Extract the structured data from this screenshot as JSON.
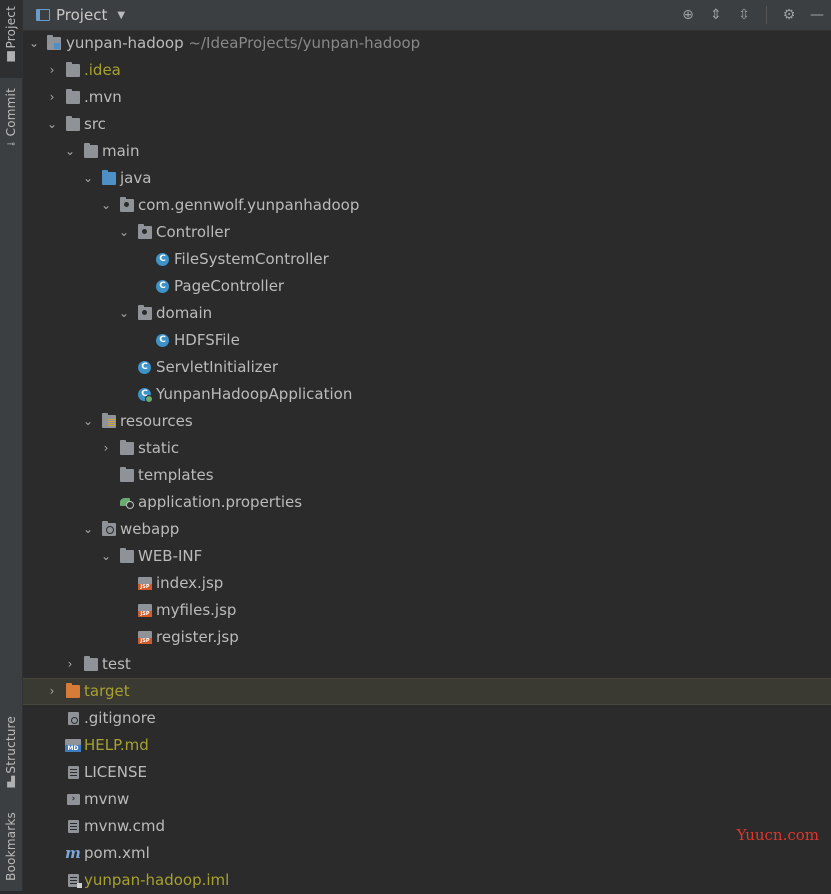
{
  "side_tabs": {
    "project": "Project",
    "commit": "Commit",
    "structure": "Structure",
    "bookmarks": "Bookmarks"
  },
  "header": {
    "title": "Project"
  },
  "tree": {
    "root": {
      "name": "yunpan-hadoop",
      "path": "~/IdeaProjects/yunpan-hadoop"
    },
    "idea": ".idea",
    "mvn": ".mvn",
    "src": "src",
    "main": "main",
    "java": "java",
    "pkg": "com.gennwolf.yunpanhadoop",
    "controller": "Controller",
    "filesystemcontroller": "FileSystemController",
    "pagecontroller": "PageController",
    "domain": "domain",
    "hdfsfile": "HDFSFile",
    "servletinitializer": "ServletInitializer",
    "app": "YunpanHadoopApplication",
    "resources": "resources",
    "static": "static",
    "templates": "templates",
    "appprops": "application.properties",
    "webapp": "webapp",
    "webinf": "WEB-INF",
    "index": "index.jsp",
    "myfiles": "myfiles.jsp",
    "register": "register.jsp",
    "test": "test",
    "target": "target",
    "gitignore": ".gitignore",
    "help": "HELP.md",
    "license": "LICENSE",
    "mvnw": "mvnw",
    "mvnwcmd": "mvnw.cmd",
    "pom": "pom.xml",
    "iml": "yunpan-hadoop.iml"
  },
  "watermark": "Yuucn.com",
  "colors": {
    "background": "#2b2b2b",
    "panel": "#3c3f41",
    "excluded_yellow": "#a7a130",
    "selected_row": "#3b3a32",
    "folder_blue": "#4e8fc5",
    "folder_orange": "#d87a38",
    "watermark_red": "#e2352a"
  }
}
